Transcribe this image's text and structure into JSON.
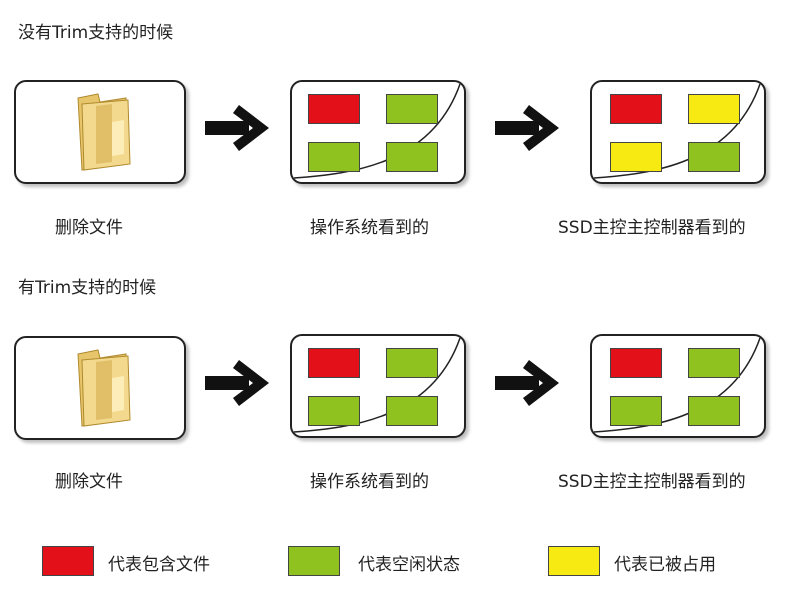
{
  "colors": {
    "red": "#e3101a",
    "green": "#8fc21f",
    "yellow": "#f7ea12"
  },
  "sections": [
    {
      "title": "没有Trim支持的时候",
      "captions": [
        "删除文件",
        "操作系统看到的",
        "SSD主控主控制器看到的"
      ],
      "os_blocks": [
        "red",
        "green",
        "green",
        "green"
      ],
      "ssd_blocks": [
        "red",
        "yellow",
        "yellow",
        "green"
      ]
    },
    {
      "title": "有Trim支持的时候",
      "captions": [
        "删除文件",
        "操作系统看到的",
        "SSD主控主控制器看到的"
      ],
      "os_blocks": [
        "red",
        "green",
        "green",
        "green"
      ],
      "ssd_blocks": [
        "red",
        "green",
        "green",
        "green"
      ]
    }
  ],
  "legend": [
    {
      "color": "red",
      "label": "代表包含文件"
    },
    {
      "color": "green",
      "label": "代表空闲状态"
    },
    {
      "color": "yellow",
      "label": "代表已被占用"
    }
  ]
}
